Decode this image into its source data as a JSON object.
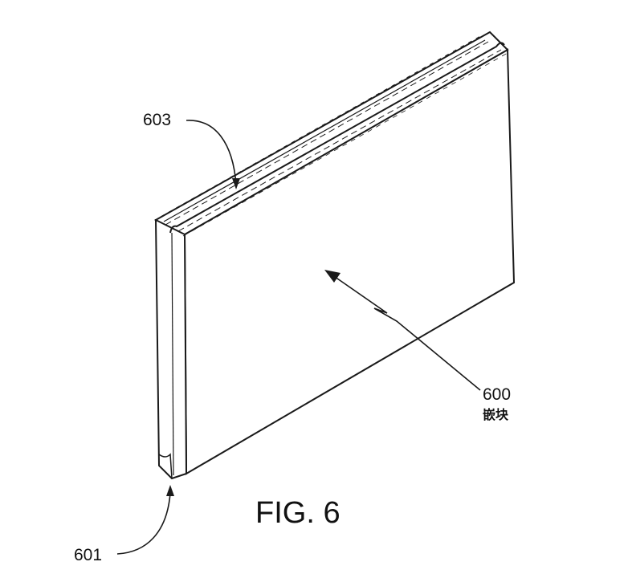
{
  "labels": {
    "ref_603": "603",
    "ref_600": "600",
    "ref_600_sub": "嵌块",
    "ref_601": "601"
  },
  "caption": "FIG. 6",
  "colors": {
    "line": "#1a1a1a",
    "paper": "#ffffff"
  }
}
